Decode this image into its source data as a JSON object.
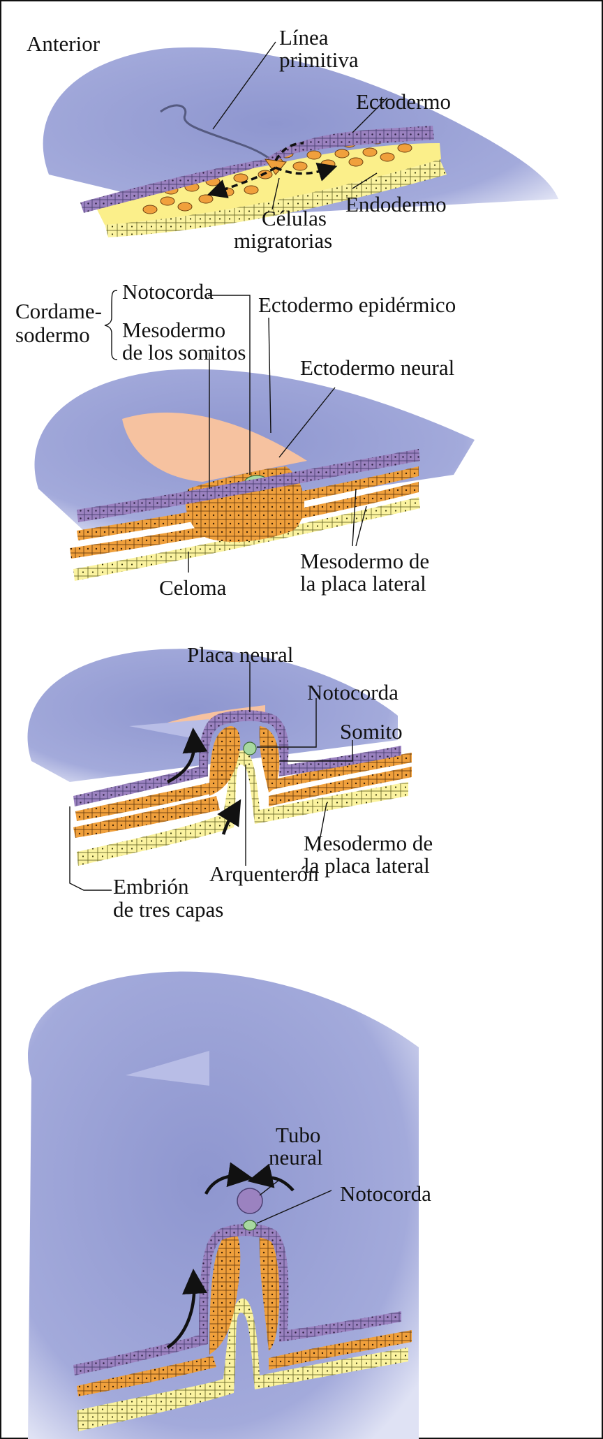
{
  "panels": [
    {
      "id": "gastrulation",
      "labels": {
        "anterior": "Anterior",
        "primitive_streak_1": "Línea",
        "primitive_streak_2": "primitiva",
        "ectoderm": "Ectodermo",
        "endoderm": "Endodermo",
        "migratory_1": "Células",
        "migratory_2": "migratorias"
      }
    },
    {
      "id": "trilaminar",
      "labels": {
        "chordamesoderm_1": "Cordame-",
        "chordamesoderm_2": "sodermo",
        "notochord": "Notocorda",
        "somite_meso_1": "Mesodermo",
        "somite_meso_2": "de los somitos",
        "epidermal_ecto": "Ectodermo epidérmico",
        "neural_ecto": "Ectodermo neural",
        "lateral_plate_1": "Mesodermo de",
        "lateral_plate_2": "la placa lateral",
        "coelom": "Celoma"
      }
    },
    {
      "id": "neural-plate",
      "labels": {
        "neural_plate": "Placa neural",
        "notochord": "Notocorda",
        "somite": "Somito",
        "lateral_plate_1": "Mesodermo de",
        "lateral_plate_2": "la placa lateral",
        "archenteron": "Arquenterón",
        "three_layer_1": "Embrión",
        "three_layer_2": "de tres capas"
      }
    },
    {
      "id": "neural-tube",
      "labels": {
        "neural_tube_1": "Tubo",
        "neural_tube_2": "neural",
        "notochord": "Notocorda"
      }
    }
  ],
  "colors": {
    "embryo_surface": "#9aa2d4",
    "ectoderm": "#9b82c0",
    "mesoderm": "#f0a03c",
    "endoderm": "#fbf3a0",
    "neural_plate": "#f6c2a0",
    "notochord": "#a8d8a0"
  }
}
